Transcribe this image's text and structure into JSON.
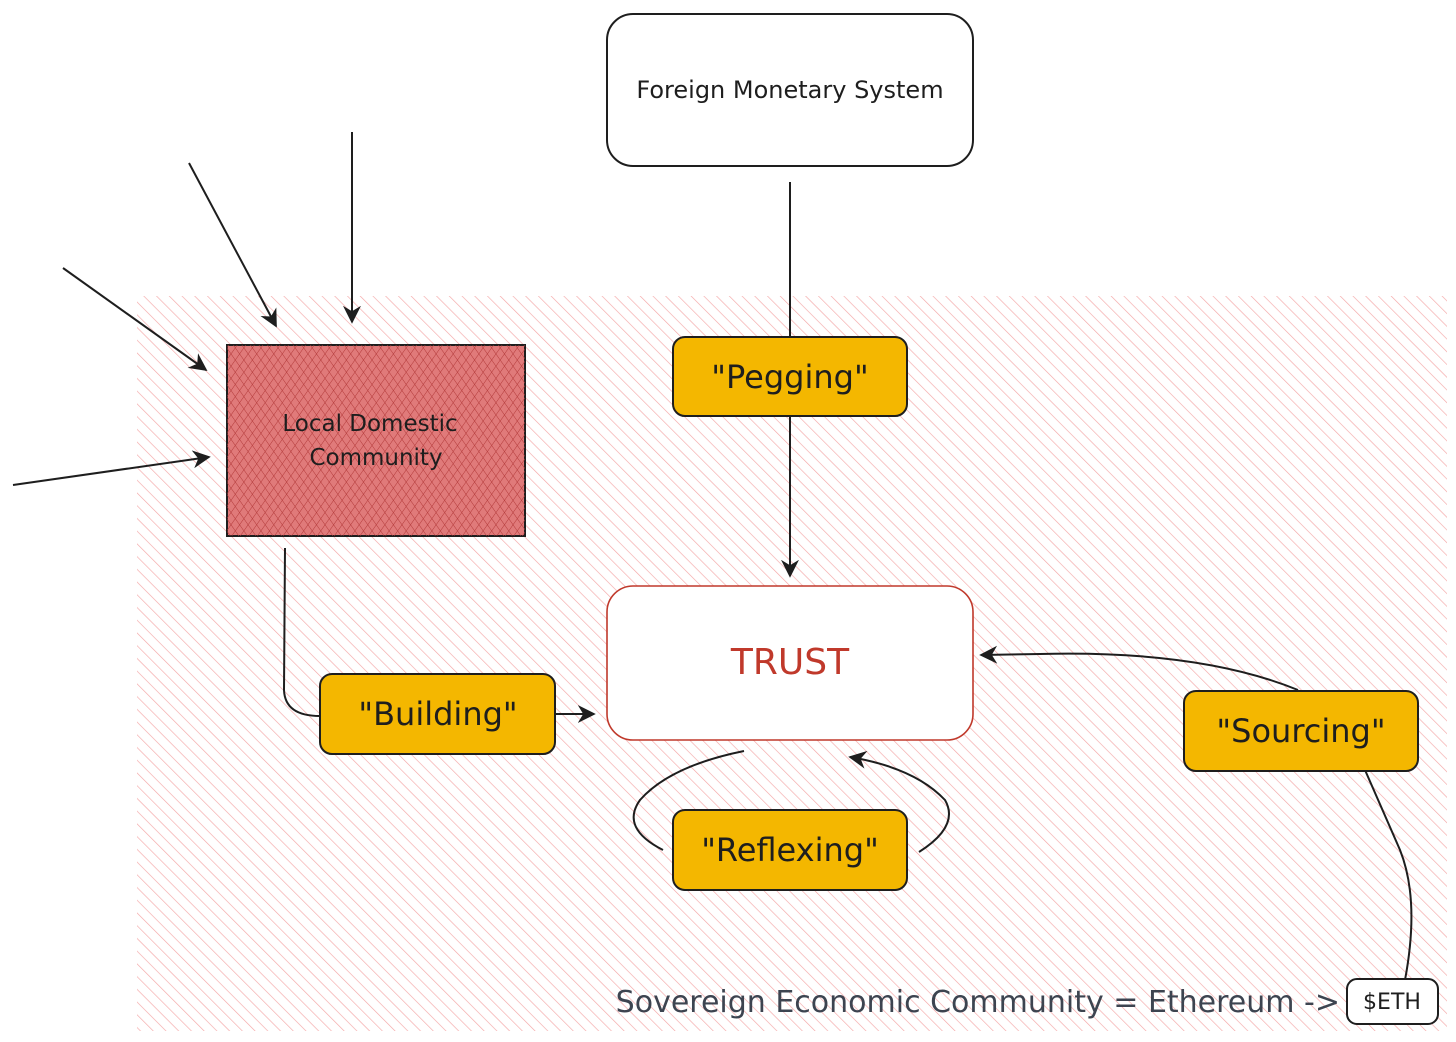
{
  "nodes": {
    "foreign": {
      "label": "Foreign Monetary System"
    },
    "local": {
      "line1": "Local Domestic",
      "line2": "Community"
    },
    "trust": {
      "label": "TRUST"
    },
    "pegging": {
      "label": "\"Pegging\""
    },
    "building": {
      "label": "\"Building\""
    },
    "reflexing": {
      "label": "\"Reflexing\""
    },
    "sourcing": {
      "label": "\"Sourcing\""
    },
    "eth": {
      "label": "$ETH"
    }
  },
  "footer": {
    "label": "Sovereign Economic Community = Ethereum ->"
  },
  "colors": {
    "zone_hatch": "#f4a6a6",
    "local_fill": "#e07a7a",
    "local_hatch": "#b33a3a",
    "yellow": "#f4b700",
    "trust_text": "#c0392b",
    "trust_border": "#c0392b",
    "ink": "#1e1e1e",
    "footer_ink": "#3d4450"
  }
}
